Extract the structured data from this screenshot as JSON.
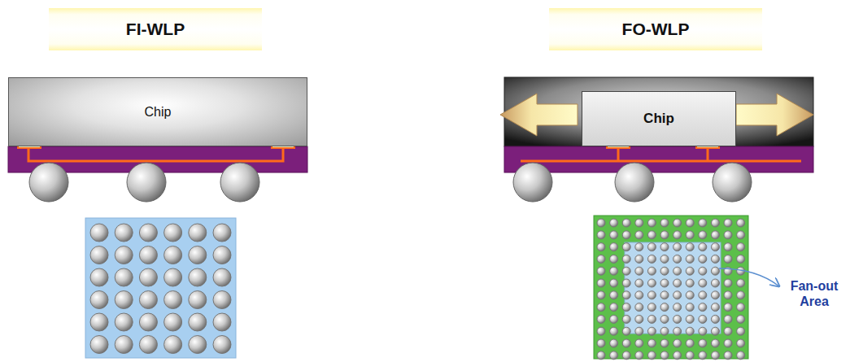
{
  "diagram": {
    "nodes": [
      {
        "text": [
          "FI-WLP"
        ]
      },
      {
        "text": [
          "Chip"
        ]
      },
      {
        "text": [
          "FO-WLP"
        ]
      },
      {
        "text": [
          "Chip"
        ]
      }
    ],
    "labels": [
      "Fan-out Area"
    ]
  }
}
